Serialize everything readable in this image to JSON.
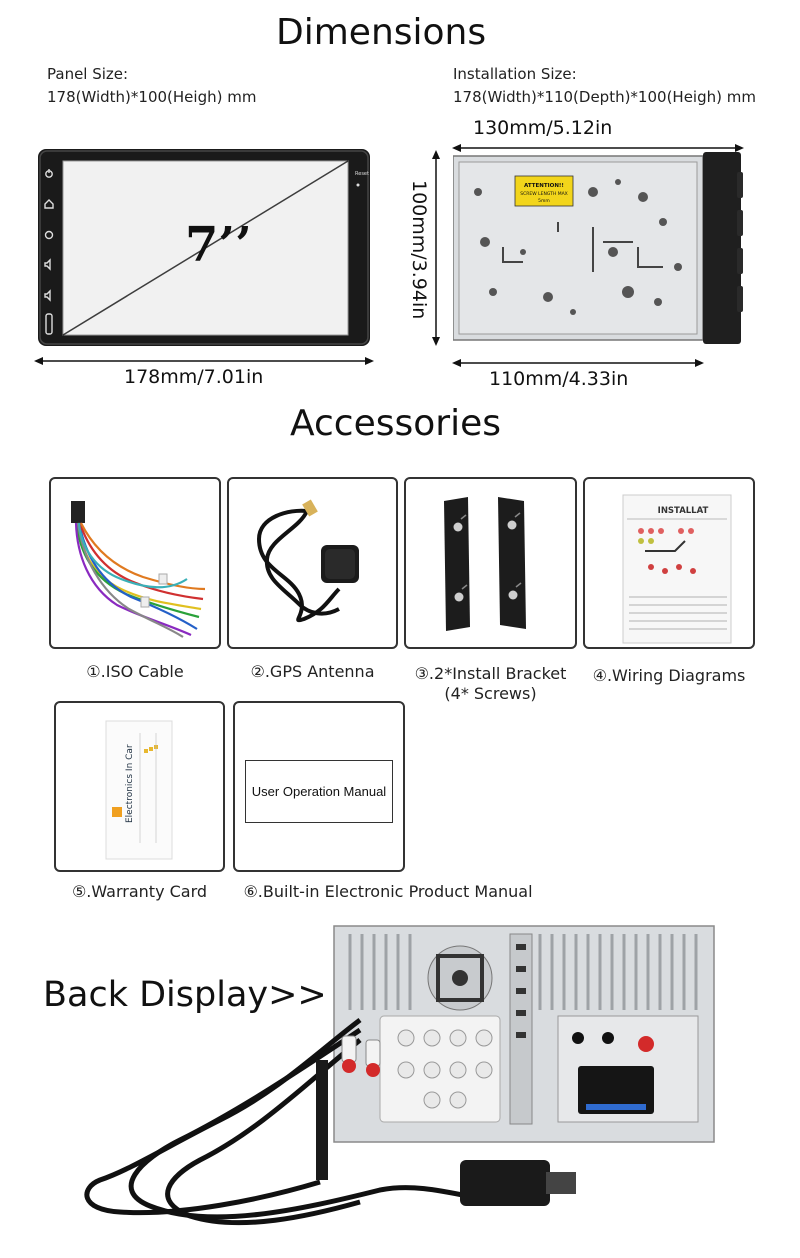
{
  "dimensions": {
    "title": "Dimensions",
    "panel_label": "Panel Size:",
    "panel_value": "178(Width)*100(Heigh)  mm",
    "install_label": "Installation Size:",
    "install_value": "178(Width)*110(Depth)*100(Heigh)  mm",
    "screen_size": "7’’",
    "panel_width": "178mm/7.01in",
    "chassis_width": "130mm/5.12in",
    "chassis_height": "100mm/3.94in",
    "chassis_depth": "110mm/4.33in",
    "attention_text": "ATTENTION!! SCREW LENGTH MAX 5mm",
    "side_buttons": [
      "power-icon",
      "home-icon",
      "back-icon",
      "volume-up-icon",
      "volume-down-icon"
    ]
  },
  "accessories": {
    "title": "Accessories",
    "items": [
      {
        "label": "①.ISO Cable",
        "icon": "iso-cable-icon"
      },
      {
        "label": "②.GPS Antenna",
        "icon": "gps-antenna-icon"
      },
      {
        "label": "③.2*Install Bracket",
        "label2": "(4* Screws)",
        "icon": "install-bracket-icon"
      },
      {
        "label": "④.Wiring Diagrams",
        "icon": "wiring-diagram-icon"
      },
      {
        "label": "⑤.Warranty Card",
        "icon": "warranty-card-icon"
      },
      {
        "label": "⑥.Built-in Electronic Product Manual",
        "icon": "manual-icon"
      }
    ],
    "wiring_heading": "INSTALLAT",
    "warranty_text": "Electronics In Car",
    "manual_label": "User Operation Manual"
  },
  "back_display": {
    "title": "Back Display>>"
  },
  "colors": {
    "panel_frame": "#1a1a1a",
    "chassis_metal": "#d9dcdf",
    "gps_antenna_tip": "#d8b25a",
    "attention_label": "#f2d51b",
    "rca_red": "#d32a2a"
  }
}
